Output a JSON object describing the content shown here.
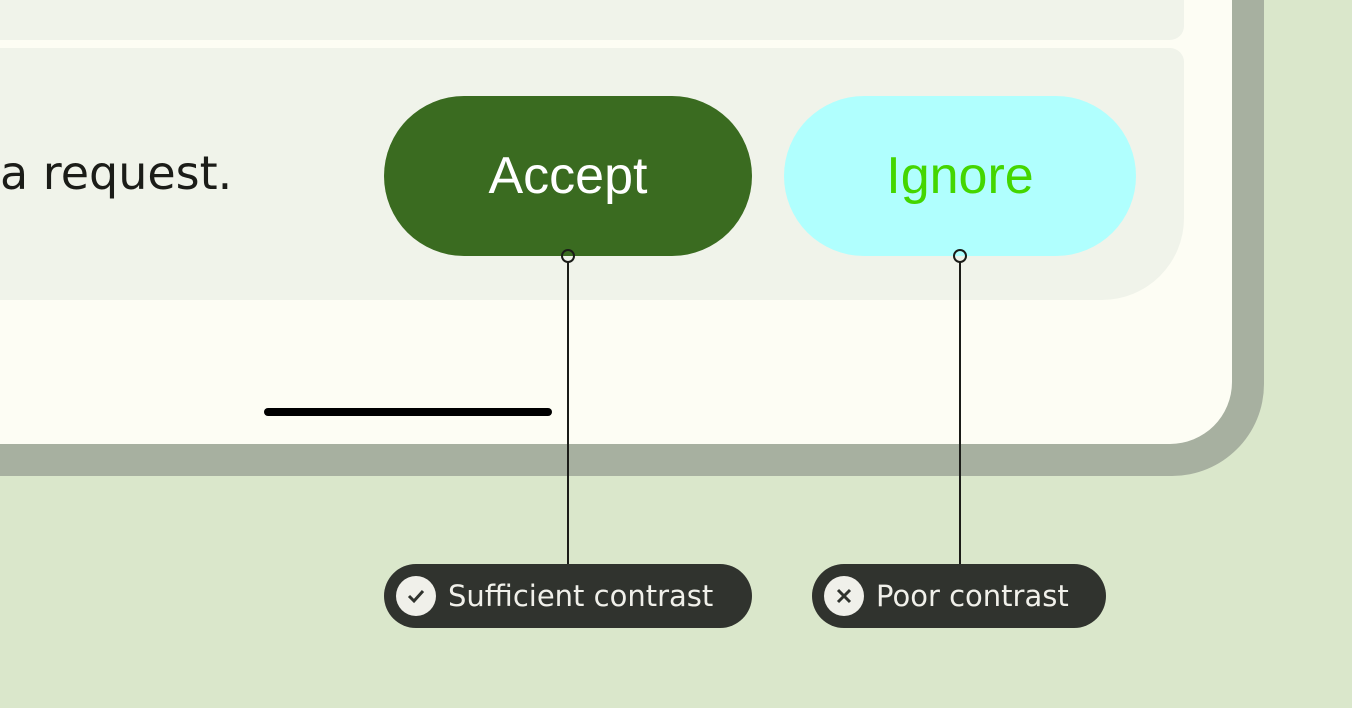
{
  "message": {
    "text": "a request."
  },
  "buttons": {
    "accept": "Accept",
    "ignore": "Ignore"
  },
  "annotations": [
    {
      "label": "Sufficient contrast",
      "icon": "check-circle-icon"
    },
    {
      "label": "Poor contrast",
      "icon": "x-circle-icon"
    }
  ],
  "colors": {
    "accept_bg": "#3a6b20",
    "accept_text": "#ffffff",
    "ignore_bg": "#b0fffe",
    "ignore_text": "#44d600",
    "annotation_bg": "#30332e",
    "background": "#dae7cb"
  }
}
